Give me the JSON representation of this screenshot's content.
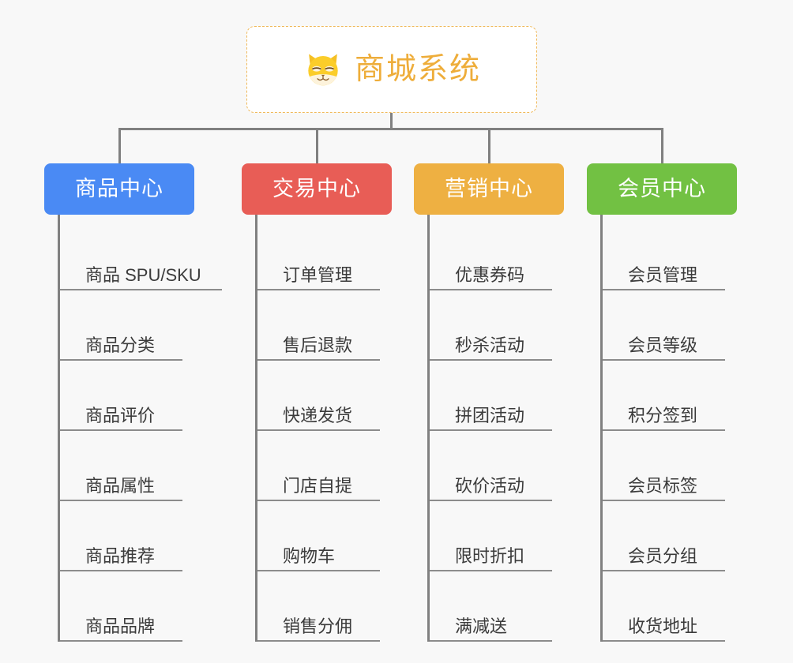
{
  "diagram": {
    "type": "mindmap",
    "title": "商城系统",
    "root": {
      "label": "商城系统",
      "icon": "shiba-dog-face-emoji",
      "text_color": "#eead3a",
      "border_color": "#f0b95a",
      "background": "#ffffff"
    },
    "canvas_background": "#f8f8f8",
    "connector_color": "#808080",
    "branches": [
      {
        "label": "商品中心",
        "color": "#4a8af4",
        "items": [
          "商品 SPU/SKU",
          "商品分类",
          "商品评价",
          "商品属性",
          "商品推荐",
          "商品品牌"
        ]
      },
      {
        "label": "交易中心",
        "color": "#e85d56",
        "items": [
          "订单管理",
          "售后退款",
          "快递发货",
          "门店自提",
          "购物车",
          "销售分佣"
        ]
      },
      {
        "label": "营销中心",
        "color": "#eeb042",
        "items": [
          "优惠券码",
          "秒杀活动",
          "拼团活动",
          "砍价活动",
          "限时折扣",
          "满减送"
        ]
      },
      {
        "label": "会员中心",
        "color": "#72c143",
        "items": [
          "会员管理",
          "会员等级",
          "积分签到",
          "会员标签",
          "会员分组",
          "收货地址"
        ]
      }
    ]
  }
}
